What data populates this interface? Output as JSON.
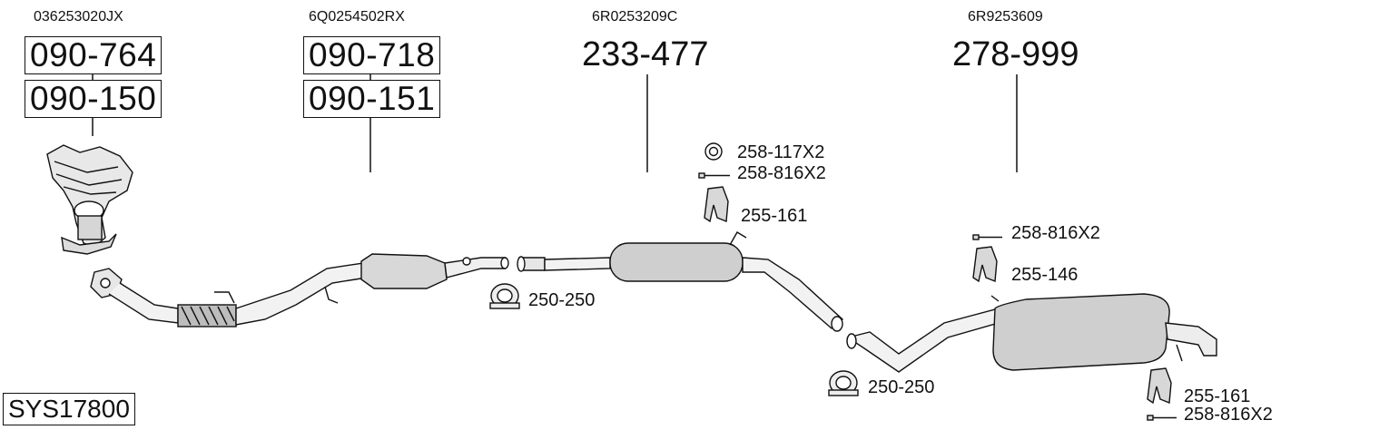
{
  "oem_numbers": [
    "036253020JX",
    "6Q0254502RX",
    "6R0253209C",
    "6R9253609"
  ],
  "section1": {
    "part_top": "090-764",
    "part_bottom": "090-150"
  },
  "section2": {
    "part_top": "090-718",
    "part_bottom": "090-151"
  },
  "section3": {
    "part": "233-477"
  },
  "section4": {
    "part": "278-999"
  },
  "parts": {
    "ring_mid": "258-117X2",
    "bolt_mid": "258-816X2",
    "hanger_mid": "255-161",
    "clamp_mid": "250-250",
    "bolt_rear": "258-816X2",
    "hanger_rear": "255-146",
    "clamp_rear": "250-250",
    "hanger_tail": "255-161",
    "bolt_tail": "258-816X2"
  },
  "system_id": "SYS17800"
}
